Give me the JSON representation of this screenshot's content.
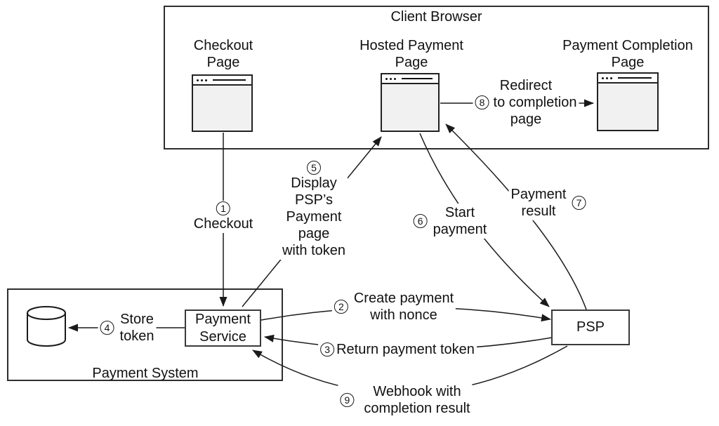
{
  "colors": {
    "ink": "#1a1a1a",
    "box_border": "#2e2e2e",
    "page_fill": "#f1f1f1",
    "background": "#ffffff"
  },
  "icons": {
    "browser_window": "browser-window-icon",
    "database": "database-cylinder-icon"
  },
  "containers": {
    "client_browser": {
      "title": "Client Browser"
    },
    "payment_system": {
      "title": "Payment System"
    }
  },
  "nodes": {
    "checkout_page": {
      "line1": "Checkout",
      "line2": "Page"
    },
    "hosted_payment_page": {
      "line1": "Hosted Payment",
      "line2": "Page"
    },
    "payment_completion_page": {
      "line1": "Payment Completion",
      "line2": "Page"
    },
    "payment_service": {
      "line1": "Payment",
      "line2": "Service"
    },
    "psp": {
      "label": "PSP"
    }
  },
  "flows": {
    "checkout": {
      "num": "1",
      "label": "Checkout"
    },
    "create_payment": {
      "num": "2",
      "line1": "Create payment",
      "line2": "with nonce"
    },
    "return_token": {
      "num": "3",
      "label": "Return payment token"
    },
    "store_token": {
      "num": "4",
      "line1": "Store",
      "line2": "token"
    },
    "display_page": {
      "num": "5",
      "line1": "Display",
      "line2": "PSP’s",
      "line3": "Payment",
      "line4": "page",
      "line5": "with token"
    },
    "start_payment": {
      "num": "6",
      "line1": "Start",
      "line2": "payment"
    },
    "payment_result": {
      "num": "7",
      "line1": "Payment",
      "line2": "result"
    },
    "redirect": {
      "num": "8",
      "line1": "Redirect",
      "line2": "to completion",
      "line3": "page"
    },
    "webhook": {
      "num": "9",
      "line1": "Webhook with",
      "line2": "completion result"
    }
  }
}
